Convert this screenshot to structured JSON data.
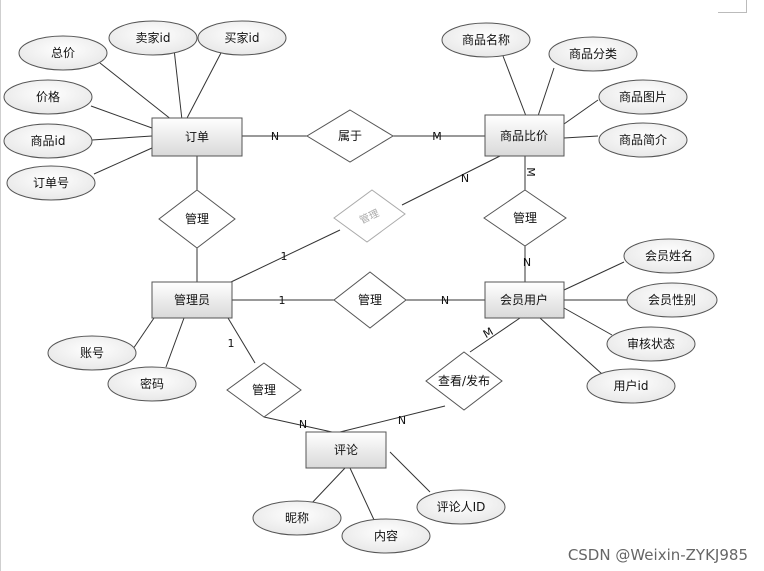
{
  "entities": {
    "order": "订单",
    "product_compare": "商品比价",
    "admin": "管理员",
    "member_user": "会员用户",
    "comment": "评论"
  },
  "attributes": {
    "order_total_price": "总价",
    "order_seller_id": "卖家id",
    "order_buyer_id": "买家id",
    "order_price": "价格",
    "order_product_id": "商品id",
    "order_number": "订单号",
    "product_name": "商品名称",
    "product_category": "商品分类",
    "product_image": "商品图片",
    "product_intro": "商品简介",
    "admin_account": "账号",
    "admin_password": "密码",
    "member_name": "会员姓名",
    "member_gender": "会员性别",
    "member_review_status": "审核状态",
    "member_user_id": "用户id",
    "comment_nickname": "昵称",
    "comment_content": "内容",
    "comment_author_id": "评论人ID"
  },
  "relationships": {
    "belongs_to": "属于",
    "admin_manages_order": "管理",
    "admin_manages_product": "管理",
    "member_manages_product": "管理",
    "admin_manages_member": "管理",
    "admin_manages_comment": "管理",
    "view_publish": "查看/发布"
  },
  "cardinalities": {
    "order_belongs": "N",
    "product_belongs": "M",
    "product_manage": "M",
    "member_manage": "N",
    "admin_to_product": "1",
    "product_from_admin": "N",
    "admin_to_member": "1",
    "member_from_admin": "N",
    "admin_to_comment": "1",
    "comment_from_admin": "N",
    "member_to_comment": "M",
    "comment_from_member": "N"
  },
  "colors": {
    "entity_fill_top": "#ffffff",
    "entity_fill_bottom": "#d9d9d9",
    "stroke": "#555555",
    "faded": "#aaaaaa"
  },
  "watermark": "CSDN @Weixin-ZYKJ985"
}
